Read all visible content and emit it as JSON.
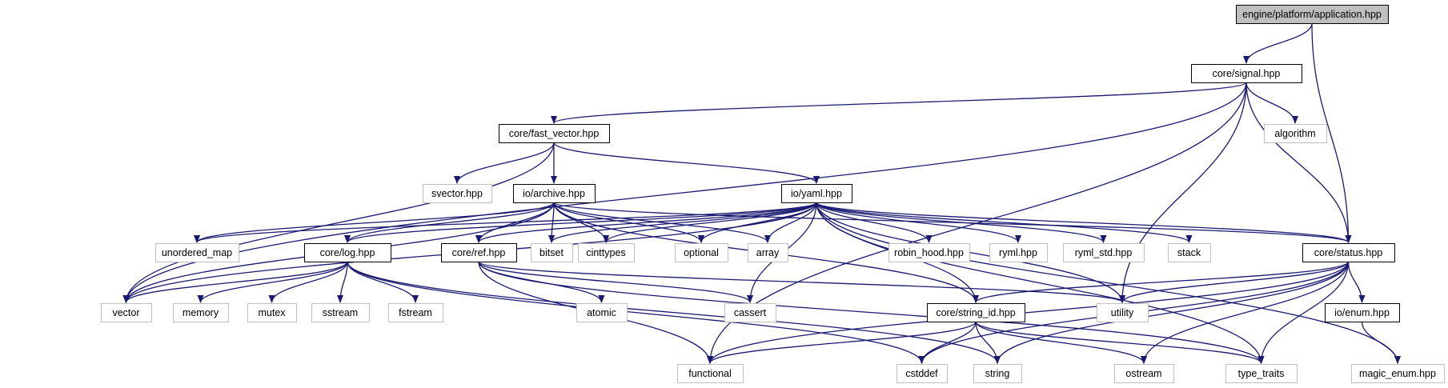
{
  "diagram": {
    "colors": {
      "edge": "#191970",
      "root_fill": "#bfbfbf",
      "project_border": "#000000",
      "external_border": "#bfbfbf",
      "external_text": "#555555",
      "background": "#ffffff"
    },
    "nodes": [
      {
        "id": "application",
        "label": "engine/platform/application.hpp",
        "kind": "root"
      },
      {
        "id": "signal",
        "label": "core/signal.hpp",
        "kind": "project"
      },
      {
        "id": "fast_vector",
        "label": "core/fast_vector.hpp",
        "kind": "project"
      },
      {
        "id": "algorithm",
        "label": "algorithm",
        "kind": "external"
      },
      {
        "id": "svector",
        "label": "svector.hpp",
        "kind": "external"
      },
      {
        "id": "archive",
        "label": "io/archive.hpp",
        "kind": "project"
      },
      {
        "id": "yaml",
        "label": "io/yaml.hpp",
        "kind": "project"
      },
      {
        "id": "unordered_map",
        "label": "unordered_map",
        "kind": "external"
      },
      {
        "id": "log",
        "label": "core/log.hpp",
        "kind": "project"
      },
      {
        "id": "ref",
        "label": "core/ref.hpp",
        "kind": "project"
      },
      {
        "id": "bitset",
        "label": "bitset",
        "kind": "external"
      },
      {
        "id": "cinttypes",
        "label": "cinttypes",
        "kind": "external"
      },
      {
        "id": "optional",
        "label": "optional",
        "kind": "external"
      },
      {
        "id": "array",
        "label": "array",
        "kind": "external"
      },
      {
        "id": "robin_hood",
        "label": "robin_hood.hpp",
        "kind": "external"
      },
      {
        "id": "ryml",
        "label": "ryml.hpp",
        "kind": "external"
      },
      {
        "id": "ryml_std",
        "label": "ryml_std.hpp",
        "kind": "external"
      },
      {
        "id": "stack",
        "label": "stack",
        "kind": "external"
      },
      {
        "id": "status",
        "label": "core/status.hpp",
        "kind": "project"
      },
      {
        "id": "vector",
        "label": "vector",
        "kind": "external"
      },
      {
        "id": "memory",
        "label": "memory",
        "kind": "external"
      },
      {
        "id": "mutex",
        "label": "mutex",
        "kind": "external"
      },
      {
        "id": "sstream",
        "label": "sstream",
        "kind": "external"
      },
      {
        "id": "fstream",
        "label": "fstream",
        "kind": "external"
      },
      {
        "id": "atomic",
        "label": "atomic",
        "kind": "external"
      },
      {
        "id": "cassert",
        "label": "cassert",
        "kind": "external"
      },
      {
        "id": "string_id",
        "label": "core/string_id.hpp",
        "kind": "project"
      },
      {
        "id": "utility",
        "label": "utility",
        "kind": "external"
      },
      {
        "id": "enum",
        "label": "io/enum.hpp",
        "kind": "project"
      },
      {
        "id": "functional",
        "label": "functional",
        "kind": "external"
      },
      {
        "id": "cstddef",
        "label": "cstddef",
        "kind": "external"
      },
      {
        "id": "string",
        "label": "string",
        "kind": "external"
      },
      {
        "id": "ostream",
        "label": "ostream",
        "kind": "external"
      },
      {
        "id": "type_traits",
        "label": "type_traits",
        "kind": "external"
      },
      {
        "id": "magic_enum",
        "label": "magic_enum.hpp",
        "kind": "external"
      }
    ],
    "edges": [
      [
        "application",
        "signal"
      ],
      [
        "application",
        "status"
      ],
      [
        "signal",
        "fast_vector"
      ],
      [
        "signal",
        "vector"
      ],
      [
        "signal",
        "functional"
      ],
      [
        "signal",
        "algorithm"
      ],
      [
        "signal",
        "status"
      ],
      [
        "signal",
        "utility"
      ],
      [
        "fast_vector",
        "svector"
      ],
      [
        "fast_vector",
        "archive"
      ],
      [
        "fast_vector",
        "yaml"
      ],
      [
        "fast_vector",
        "vector"
      ],
      [
        "archive",
        "unordered_map"
      ],
      [
        "archive",
        "log"
      ],
      [
        "archive",
        "ref"
      ],
      [
        "archive",
        "bitset"
      ],
      [
        "archive",
        "cinttypes"
      ],
      [
        "archive",
        "optional"
      ],
      [
        "archive",
        "array"
      ],
      [
        "archive",
        "status"
      ],
      [
        "archive",
        "string_id"
      ],
      [
        "archive",
        "vector"
      ],
      [
        "yaml",
        "unordered_map"
      ],
      [
        "yaml",
        "log"
      ],
      [
        "yaml",
        "ref"
      ],
      [
        "yaml",
        "bitset"
      ],
      [
        "yaml",
        "cinttypes"
      ],
      [
        "yaml",
        "optional"
      ],
      [
        "yaml",
        "array"
      ],
      [
        "yaml",
        "robin_hood"
      ],
      [
        "yaml",
        "ryml"
      ],
      [
        "yaml",
        "ryml_std"
      ],
      [
        "yaml",
        "stack"
      ],
      [
        "yaml",
        "status"
      ],
      [
        "yaml",
        "cassert"
      ],
      [
        "yaml",
        "string_id"
      ],
      [
        "yaml",
        "utility"
      ],
      [
        "yaml",
        "vector"
      ],
      [
        "yaml",
        "type_traits"
      ],
      [
        "yaml",
        "magic_enum"
      ],
      [
        "log",
        "vector"
      ],
      [
        "log",
        "memory"
      ],
      [
        "log",
        "mutex"
      ],
      [
        "log",
        "sstream"
      ],
      [
        "log",
        "fstream"
      ],
      [
        "log",
        "string"
      ],
      [
        "log",
        "cstddef"
      ],
      [
        "ref",
        "atomic"
      ],
      [
        "ref",
        "cassert"
      ],
      [
        "ref",
        "functional"
      ],
      [
        "ref",
        "utility"
      ],
      [
        "ref",
        "type_traits"
      ],
      [
        "status",
        "string_id"
      ],
      [
        "status",
        "utility"
      ],
      [
        "status",
        "enum"
      ],
      [
        "status",
        "functional"
      ],
      [
        "status",
        "cstddef"
      ],
      [
        "status",
        "string"
      ],
      [
        "status",
        "ostream"
      ],
      [
        "status",
        "type_traits"
      ],
      [
        "string_id",
        "functional"
      ],
      [
        "string_id",
        "cstddef"
      ],
      [
        "string_id",
        "string"
      ],
      [
        "string_id",
        "ostream"
      ],
      [
        "string_id",
        "type_traits"
      ],
      [
        "enum",
        "magic_enum"
      ]
    ]
  }
}
